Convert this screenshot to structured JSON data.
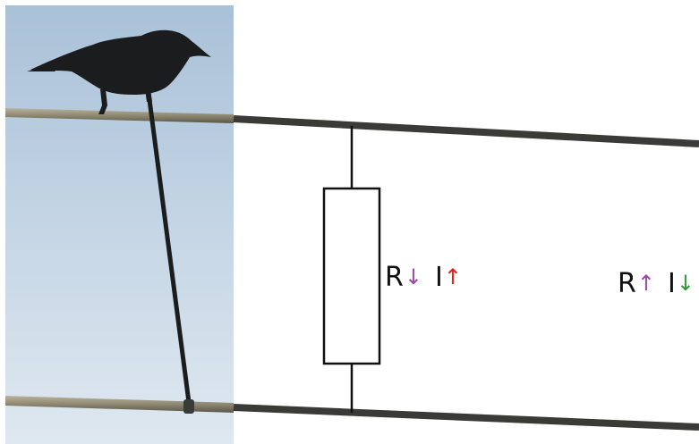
{
  "colors": {
    "wire": "#3a3a36",
    "sky_top": "#a9c1d8",
    "sky_bottom": "#dbe6ef",
    "bird": "#1b1c1e",
    "resistor_line": "#111111",
    "arrow_purple": "#9a4aa0",
    "arrow_red": "#e0201e",
    "arrow_green": "#2f9a3a"
  },
  "labels": {
    "left": {
      "r": "R",
      "r_arrow": "↓",
      "i": "I",
      "i_arrow": "↑"
    },
    "right": {
      "r": "R",
      "r_arrow": "↑",
      "i": "I",
      "i_arrow": "↓"
    }
  },
  "icons": {
    "bird": "bird-silhouette",
    "resistor": "resistor-box"
  }
}
